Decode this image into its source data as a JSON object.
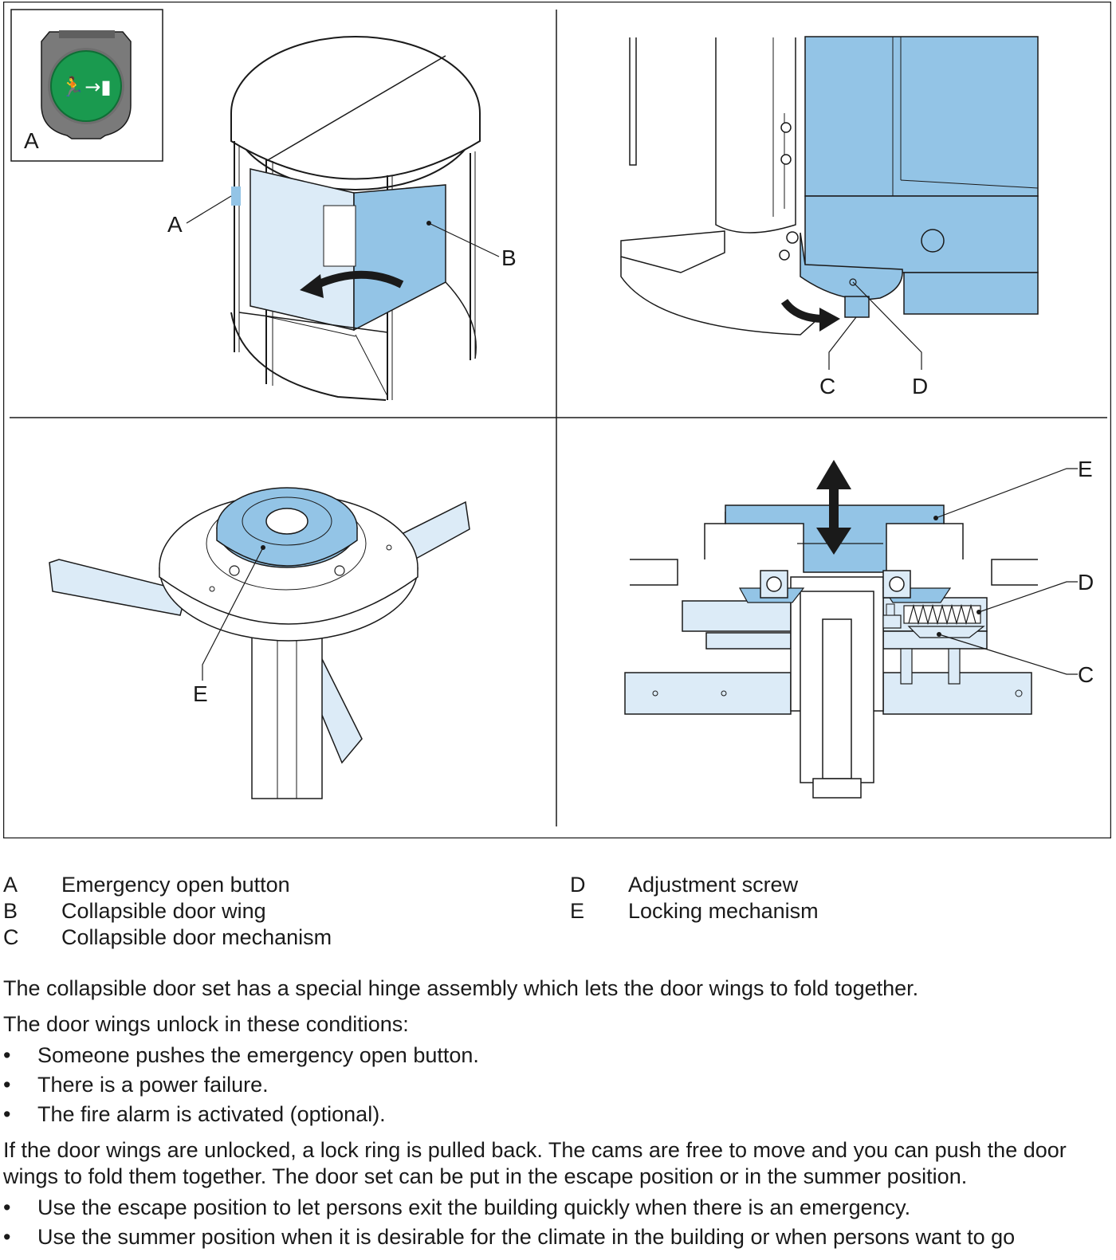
{
  "figure": {
    "callouts": {
      "inset_a": "A",
      "panel1_a": "A",
      "panel1_b": "B",
      "panel2_c": "C",
      "panel2_d": "D",
      "panel3_e": "E",
      "panel4_e": "E",
      "panel4_d": "D",
      "panel4_c": "C"
    },
    "colors": {
      "highlight_blue": "#93c4e6",
      "light_blue": "#dcebf7",
      "button_green": "#1a9a4f",
      "button_gray": "#7a7a7a",
      "line": "#1a1a1a"
    },
    "icons": {
      "emergency_button": "running-person-exit-icon",
      "rotation_arrow": "curved-arrow-icon",
      "vertical_arrow": "double-vertical-arrow-icon"
    }
  },
  "legend": {
    "left": [
      {
        "key": "A",
        "label": "Emergency open button"
      },
      {
        "key": "B",
        "label": "Collapsible door wing"
      },
      {
        "key": "C",
        "label": "Collapsible door mechanism"
      }
    ],
    "right": [
      {
        "key": "D",
        "label": "Adjustment screw"
      },
      {
        "key": "E",
        "label": "Locking mechanism"
      }
    ]
  },
  "text": {
    "p1": "The collapsible door set has a special hinge assembly which lets the door wings to fold together.",
    "p2": "The door wings unlock in these conditions:",
    "bullets1": [
      "Someone pushes the emergency open button.",
      "There is a power failure.",
      "The fire alarm is activated (optional)."
    ],
    "p3": "If the door wings are unlocked, a lock ring is pulled back. The cams are free to move and you can push the door wings to fold them together. The door set can be put in the escape position or in the summer position.",
    "bullets2": [
      "Use the escape position to let persons exit the building quickly when there is an emergency.",
      "Use the summer position when it is desirable for the climate in the building or when persons want to go"
    ],
    "bullet_char": "•"
  }
}
